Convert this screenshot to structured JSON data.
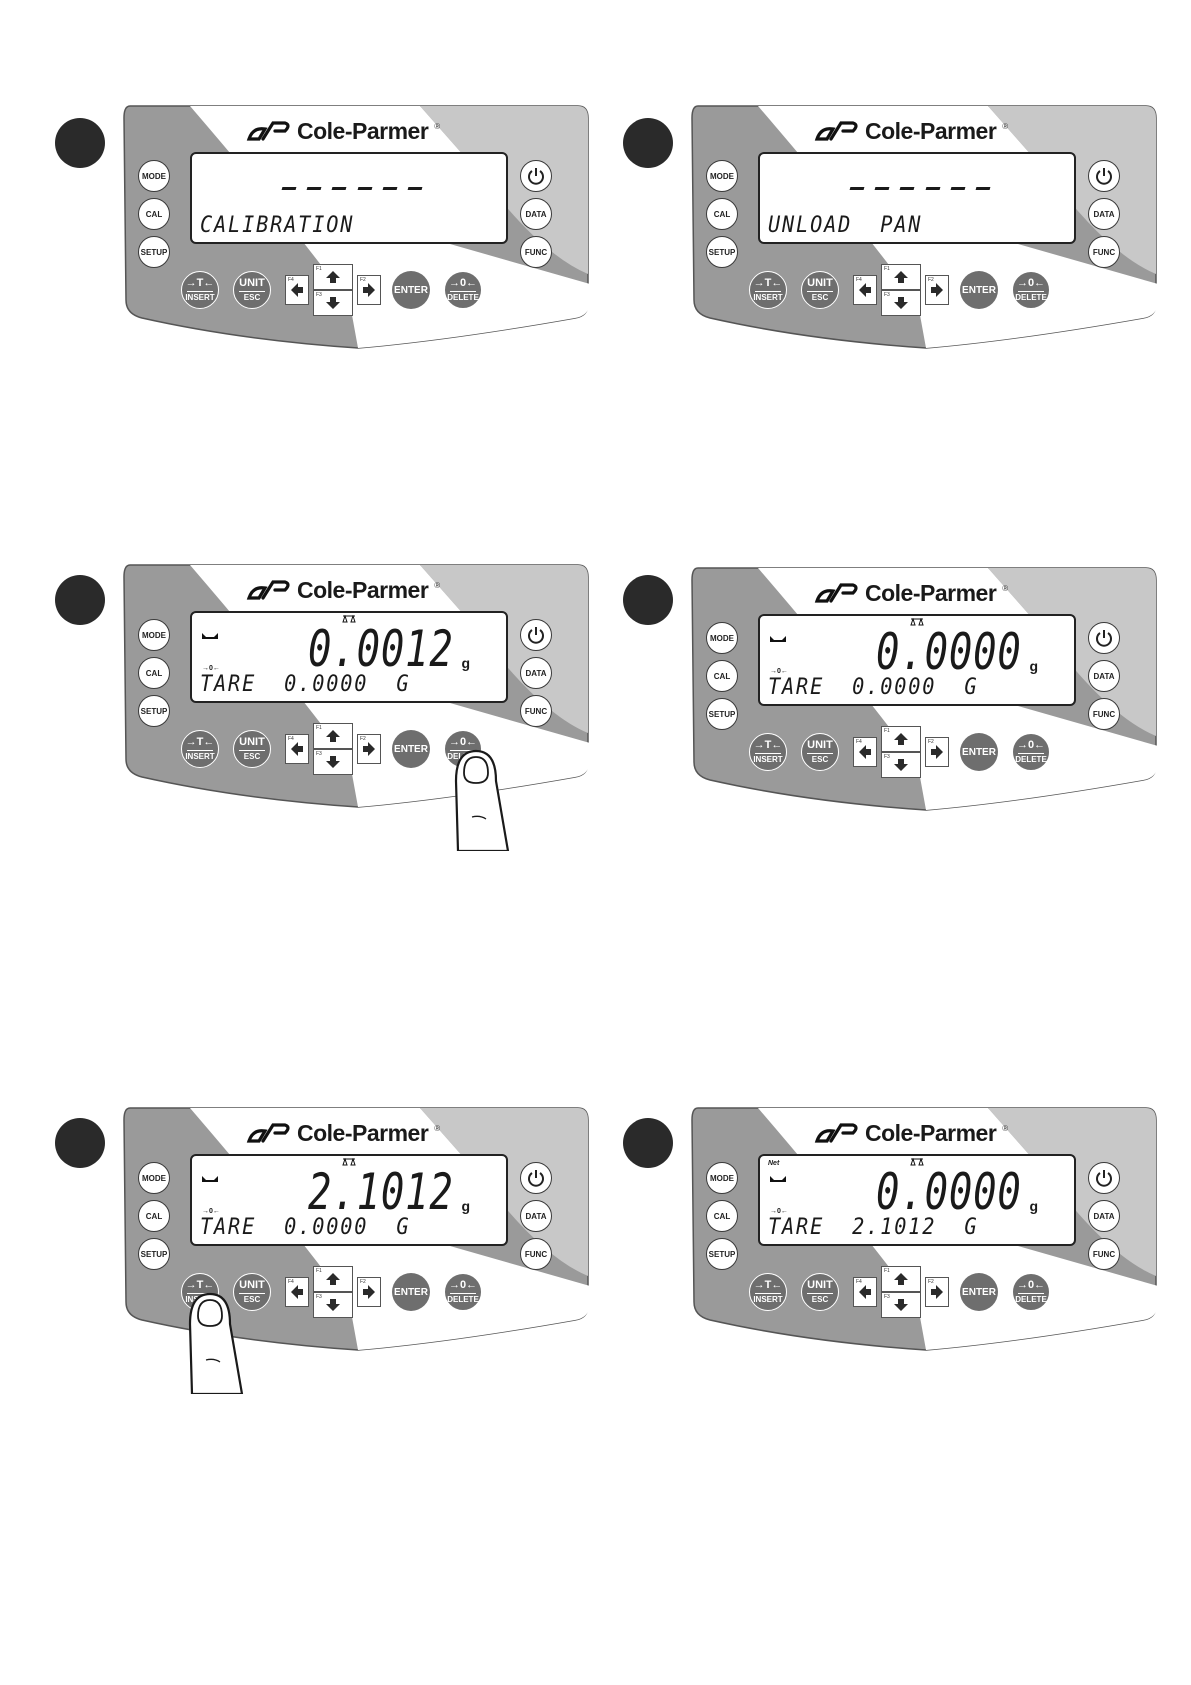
{
  "brand": {
    "name": "Cole-Parmer",
    "reg_mark": "®"
  },
  "keys": {
    "mode": "MODE",
    "cal": "CAL",
    "setup": "SETUP",
    "data": "DATA",
    "func": "FUNC",
    "tare_top": "→T←",
    "tare_bottom": "INSERT",
    "unit_top": "UNIT",
    "unit_bottom": "ESC",
    "enter": "ENTER",
    "zero_top": "→0←",
    "zero_bottom": "DELETE",
    "f1": "F1",
    "f2": "F2",
    "f3": "F3",
    "f4": "F4"
  },
  "indicators": {
    "net": "Net",
    "zero": "→0←",
    "unit": "g"
  },
  "panels": [
    {
      "id": "p1",
      "main_text": "",
      "dashes": true,
      "sub_text": "CALIBRATION",
      "unit": "",
      "show_indicators": false,
      "net": false,
      "finger": ""
    },
    {
      "id": "p2",
      "main_text": "",
      "dashes": true,
      "sub_text": "UNLOAD  PAN",
      "unit": "",
      "show_indicators": false,
      "net": false,
      "finger": ""
    },
    {
      "id": "p3",
      "main_text": "0.0012",
      "dashes": false,
      "sub_text": "TARE  0.0000  G",
      "unit": "g",
      "show_indicators": true,
      "net": false,
      "finger": "zero"
    },
    {
      "id": "p4",
      "main_text": "0.0000",
      "dashes": false,
      "sub_text": "TARE  0.0000  G",
      "unit": "g",
      "show_indicators": true,
      "net": false,
      "finger": ""
    },
    {
      "id": "p5",
      "main_text": "2.1012",
      "dashes": false,
      "sub_text": "TARE  0.0000  G",
      "unit": "g",
      "show_indicators": true,
      "net": false,
      "finger": "tare"
    },
    {
      "id": "p6",
      "main_text": "0.0000",
      "dashes": false,
      "sub_text": "TARE  2.1012  G",
      "unit": "g",
      "show_indicators": true,
      "net": true,
      "finger": ""
    }
  ]
}
